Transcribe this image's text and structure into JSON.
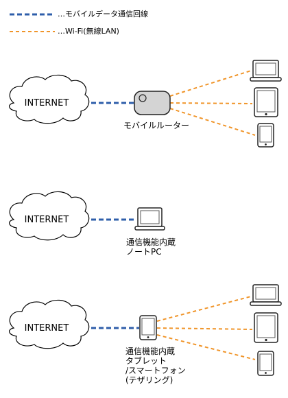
{
  "legend": {
    "mobile_line": {
      "label": "…モバイルデータ通信回線",
      "color": "#2E5EAA"
    },
    "wifi_line": {
      "label": "…Wi-Fi(無線LAN)",
      "color": "#F0952A"
    }
  },
  "sections": [
    {
      "cloud_label": "INTERNET",
      "device_label_lines": [
        "モバイルルーター"
      ],
      "device_icon": "mobile-router-icon",
      "clients": [
        "laptop-icon",
        "tablet-icon",
        "smartphone-icon"
      ]
    },
    {
      "cloud_label": "INTERNET",
      "device_label_lines": [
        "通信機能内蔵",
        "ノートPC"
      ],
      "device_icon": "laptop-icon",
      "clients": []
    },
    {
      "cloud_label": "INTERNET",
      "device_label_lines": [
        "通信機能内蔵",
        "タブレット",
        "/スマートフォン",
        "(テザリング)"
      ],
      "device_icon": "smartphone-icon",
      "clients": [
        "laptop-icon",
        "tablet-icon",
        "smartphone-icon"
      ]
    }
  ]
}
